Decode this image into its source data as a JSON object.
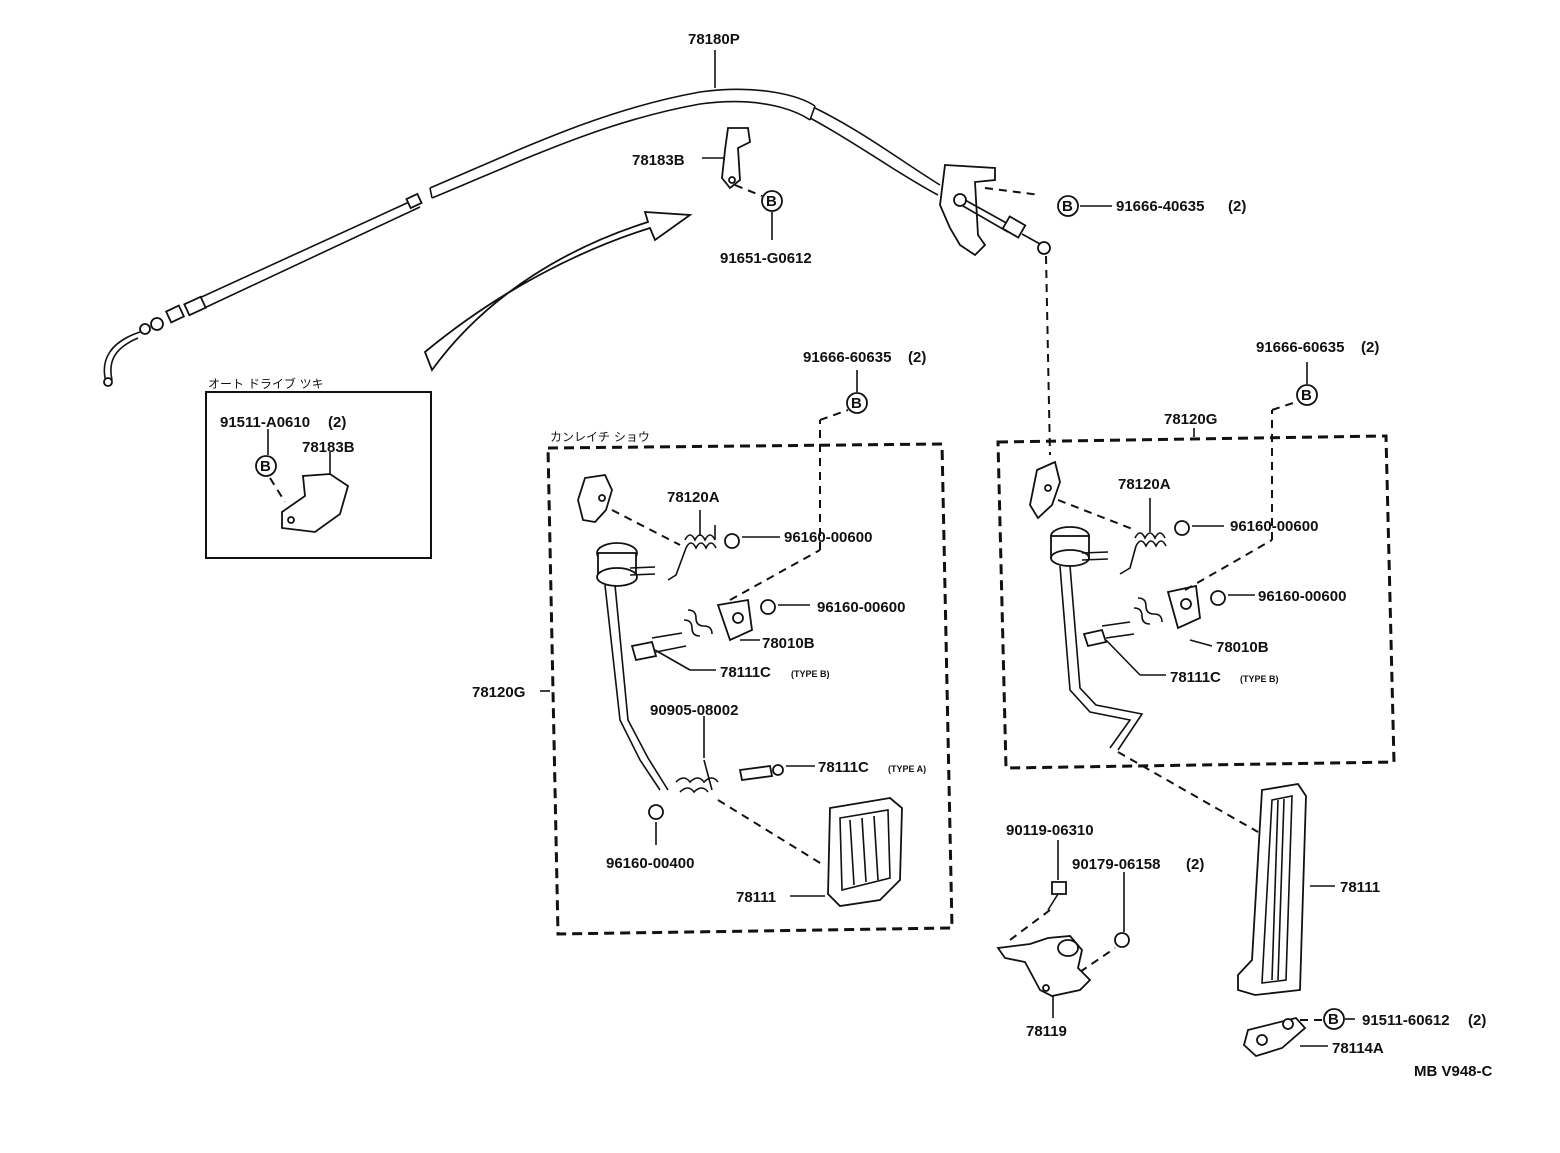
{
  "labels": {
    "cable": "78180P",
    "bracket_top": "78183B",
    "bolt_top": "91651-G0612",
    "cable_bolt": "91666-40635",
    "cable_bolt_qty": "(2)",
    "bolt_mark": "B",
    "auto_drive_note": "オート ドライブ ツキ",
    "auto_bolt": "91511-A0610",
    "auto_bolt_qty": "(2)",
    "auto_bracket": "78183B",
    "cold_zone_note": "カンレイチ ショウ",
    "left": {
      "bolt": "91666-60635",
      "bolt_qty": "(2)",
      "spring": "78120A",
      "bushing1": "96160-00600",
      "bushing2": "96160-00600",
      "bracket": "78010B",
      "pin_b": "78111C",
      "pin_b_type": "(TYPE B)",
      "assembly": "78120G",
      "spring2": "90905-08002",
      "pin_a": "78111C",
      "pin_a_type": "(TYPE A)",
      "bushing3": "96160-00400",
      "pad": "78111"
    },
    "right": {
      "bolt": "91666-60635",
      "bolt_qty": "(2)",
      "assembly": "78120G",
      "spring": "78120A",
      "bushing1": "96160-00600",
      "bushing2": "96160-00600",
      "bracket": "78010B",
      "pin_b": "78111C",
      "pin_b_type": "(TYPE B)",
      "pad": "78111"
    },
    "screw": "90119-06310",
    "nut": "90179-06158",
    "nut_qty": "(2)",
    "stopper": "78119",
    "bolt_bottom": "91511-60612",
    "bolt_bottom_qty": "(2)",
    "bracket_bottom": "78114A",
    "diagram_code": "MB V948-C"
  }
}
